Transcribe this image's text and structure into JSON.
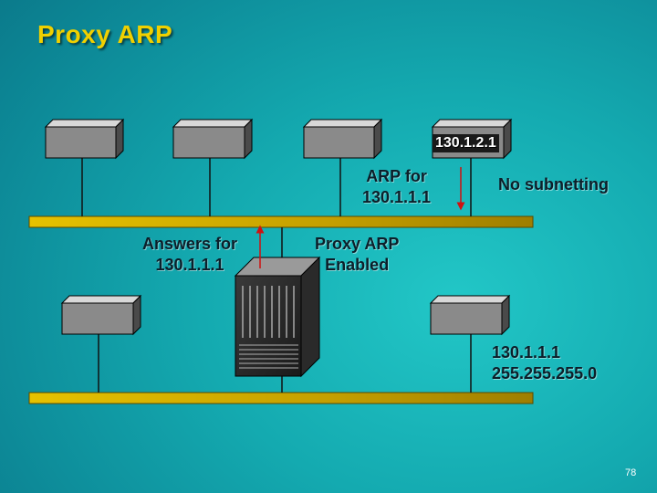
{
  "title": "Proxy ARP",
  "labels": {
    "ip_top": "130.1.2.1",
    "arp_for_line1": "ARP for",
    "arp_for_line2": "130.1.1.1",
    "no_subnetting": "No subnetting",
    "answers_for_line1": "Answers for",
    "answers_for_line2": "130.1.1.1",
    "proxy_line1": "Proxy ARP",
    "proxy_line2": "Enabled",
    "host_ip": "130.1.1.1",
    "host_mask": "255.255.255.0"
  },
  "page_number": "78",
  "colors": {
    "title": "#f0d000",
    "segment": "#c9a800",
    "arrow": "#d01010",
    "device": "#8a8a8a"
  }
}
